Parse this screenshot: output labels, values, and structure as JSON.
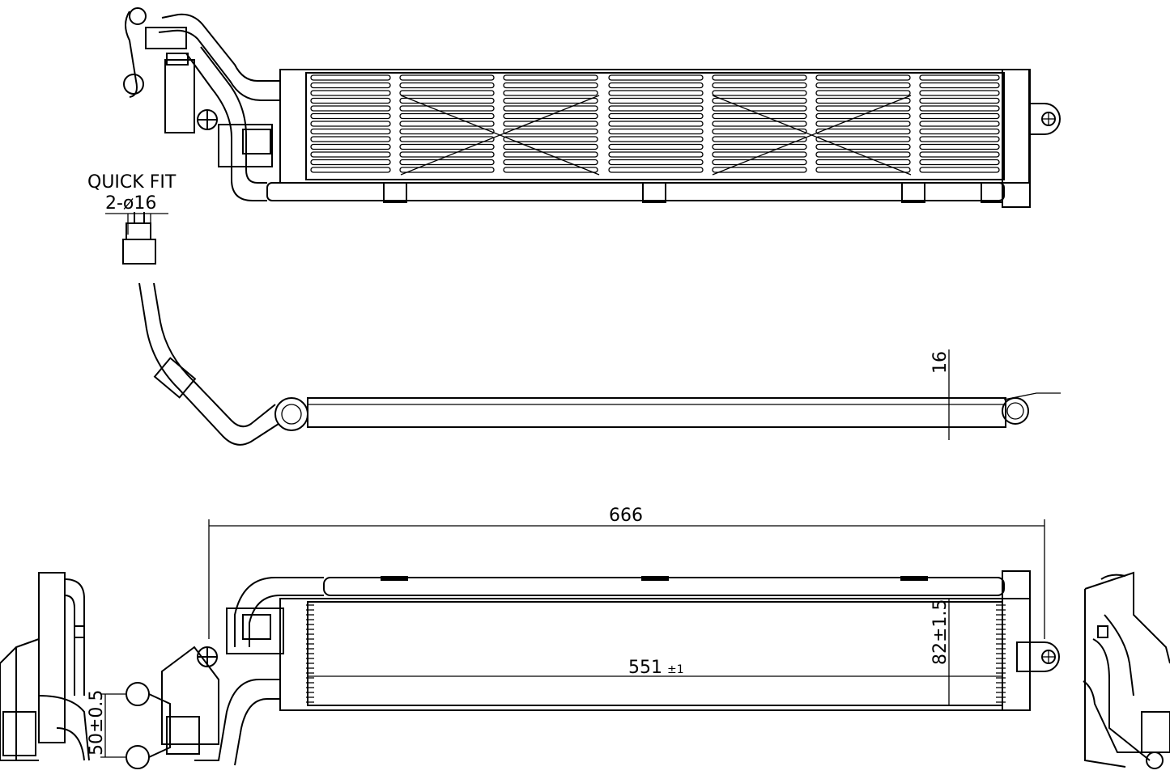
{
  "labels": {
    "quick_fit": "QUICK FIT",
    "quick_fit_size": "2-ø16",
    "dim_thickness": "16",
    "dim_overall_length": "666",
    "dim_core_length": "551",
    "dim_core_length_tol": "±1",
    "dim_core_height": "82±1.5",
    "dim_pipe_offset": "50±0.5"
  }
}
